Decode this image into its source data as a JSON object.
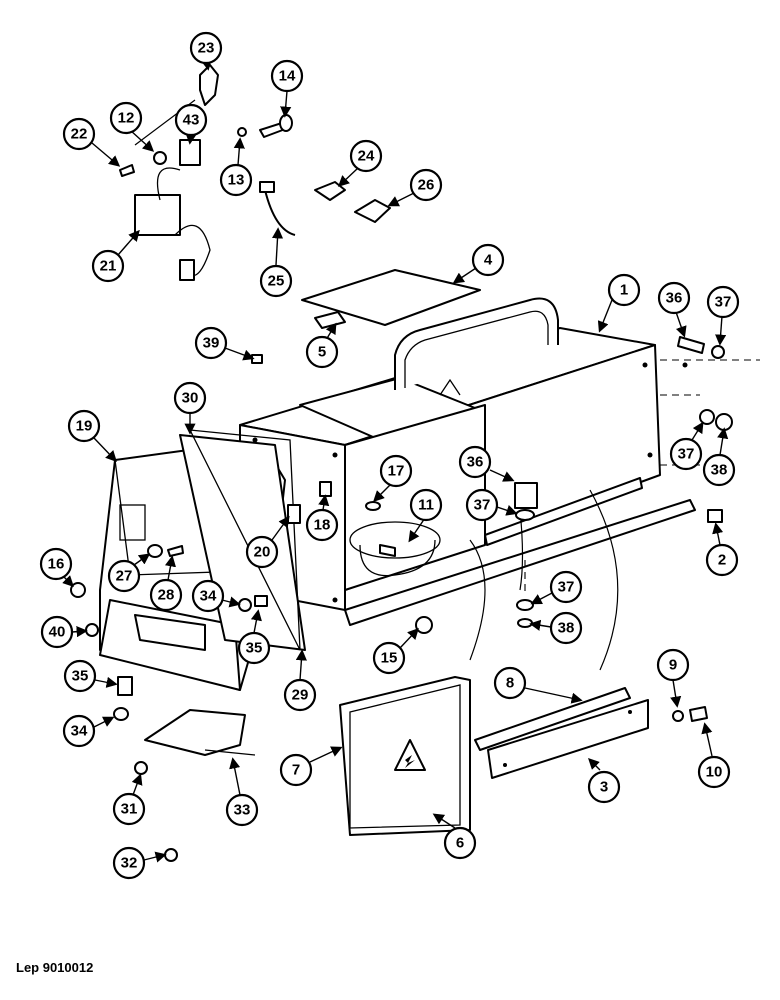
{
  "reference": "Lep 9010012",
  "callouts": [
    "1",
    "2",
    "3",
    "4",
    "5",
    "6",
    "7",
    "8",
    "9",
    "10",
    "11",
    "12",
    "13",
    "14",
    "15",
    "16",
    "17",
    "18",
    "19",
    "20",
    "21",
    "22",
    "23",
    "24",
    "25",
    "26",
    "27",
    "28",
    "29",
    "30",
    "31",
    "32",
    "33",
    "34",
    "35",
    "36",
    "37",
    "38",
    "39",
    "40",
    "43"
  ]
}
